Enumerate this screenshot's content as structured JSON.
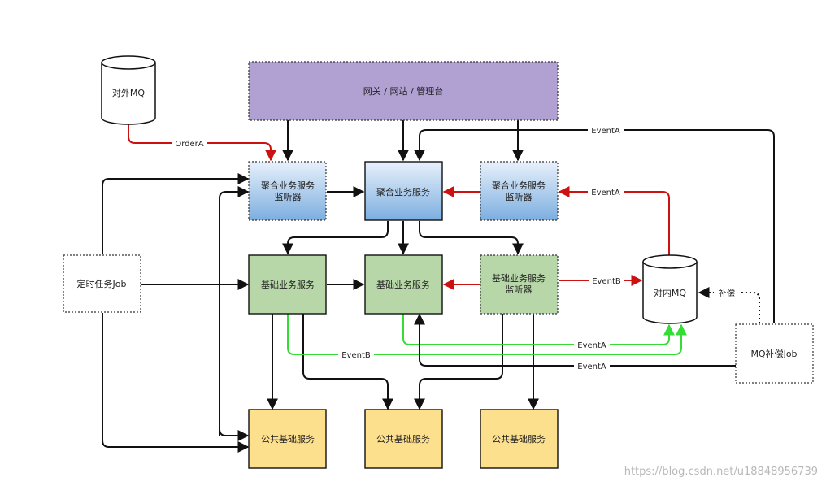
{
  "nodes": {
    "gateway": "网关 / 网站 / 管理台",
    "external_mq": "对外MQ",
    "agg_listener_left_line1": "聚合业务服务",
    "agg_listener_left_line2": "监听器",
    "agg_service": "聚合业务服务",
    "agg_listener_right_line1": "聚合业务服务",
    "agg_listener_right_line2": "监听器",
    "scheduled_job": "定时任务Job",
    "basic_service_left": "基础业务服务",
    "basic_service_mid": "基础业务服务",
    "basic_listener_line1": "基础业务服务",
    "basic_listener_line2": "监听器",
    "internal_mq": "对内MQ",
    "mq_comp_job": "MQ补偿Job",
    "common_1": "公共基础服务",
    "common_2": "公共基础服务",
    "common_3": "公共基础服务"
  },
  "edge_labels": {
    "order_a": "OrderA",
    "event_a_top": "EventA",
    "event_a_right": "EventA",
    "event_b_right": "EventB",
    "compensation": "补偿",
    "event_a_green": "EventA",
    "event_b_green": "EventB",
    "event_a_bottom": "EventA"
  },
  "watermark": "https://blog.csdn.net/u18848956739",
  "colors": {
    "purple": "#b1a0d2",
    "blue_top": "#e6f0fb",
    "blue_bottom": "#7eaedf",
    "green": "#b7d7a8",
    "yellow": "#fde08e",
    "black_edge": "#111111",
    "red_edge": "#cc1111",
    "green_edge": "#33dd33"
  }
}
